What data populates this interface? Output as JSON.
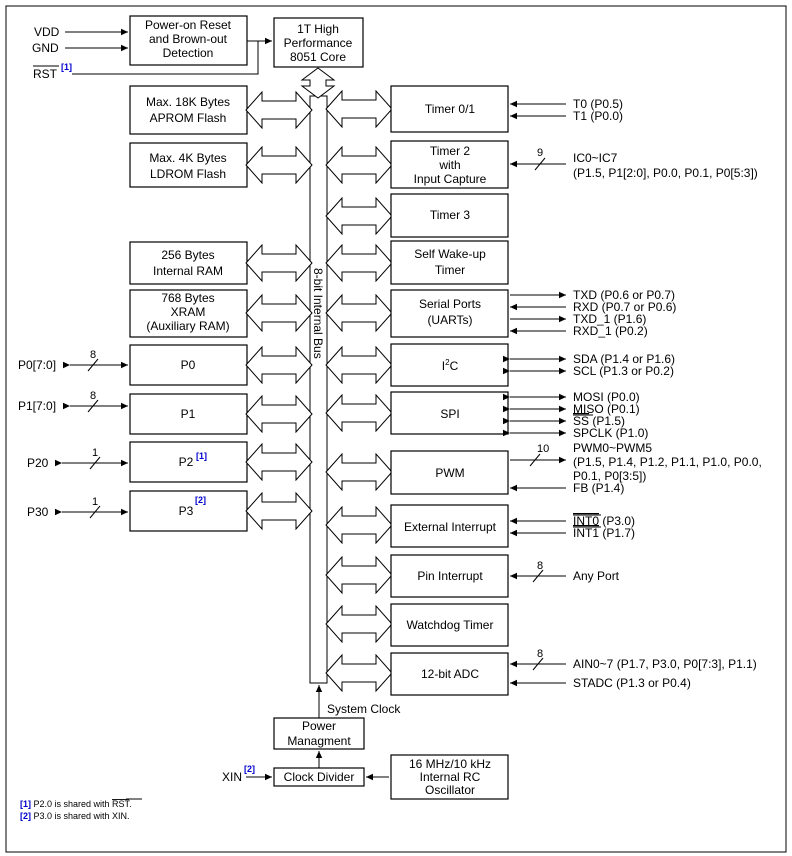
{
  "bus_label": "8-bit Internal Bus",
  "core": [
    "1T High",
    "Performance",
    "8051 Core"
  ],
  "power_on": [
    "Power-on Reset",
    "and Brown-out",
    "Detection"
  ],
  "inputs": {
    "vdd": "VDD",
    "gnd": "GND",
    "rst": "RST",
    "rst_note": "[1]"
  },
  "left_blocks": {
    "aprom": [
      "Max. 18K Bytes",
      "APROM Flash"
    ],
    "ldrom": [
      "Max. 4K Bytes",
      "LDROM Flash"
    ],
    "iram": [
      "256 Bytes",
      "Internal RAM"
    ],
    "xram": [
      "768 Bytes",
      "XRAM",
      "(Auxiliary RAM)"
    ],
    "p0": "P0",
    "p1": "P1",
    "p2": "P2",
    "p2_note": "[1]",
    "p3": "P3",
    "p3_note": "[2]"
  },
  "ports": {
    "p0_in": "P0[7:0]",
    "p0_bits": "8",
    "p1_in": "P1[7:0]",
    "p1_bits": "8",
    "p20": "P20",
    "p20_bits": "1",
    "p30": "P30",
    "p30_bits": "1"
  },
  "right_blocks": {
    "timer01": "Timer 0/1",
    "timer2": [
      "Timer 2",
      "with",
      "Input Capture"
    ],
    "timer3": "Timer 3",
    "wakeup": [
      "Self Wake-up",
      "Timer"
    ],
    "serial": [
      "Serial Ports",
      "(UARTs)"
    ],
    "i2c_main": "I",
    "i2c_sup": "2",
    "i2c_end": "C",
    "spi": "SPI",
    "pwm": "PWM",
    "extint": "External Interrupt",
    "pinint": "Pin Interrupt",
    "wdt": "Watchdog Timer",
    "adc": "12-bit ADC"
  },
  "signals": {
    "t0": "T0 (P0.5)",
    "t1": "T1 (P0.0)",
    "ic_bits": "9",
    "ic": "IC0~IC7",
    "ic_pins": "(P1.5, P1[2:0], P0.0, P0.1, P0[5:3])",
    "txd": "TXD (P0.6 or P0.7)",
    "rxd": "RXD (P0.7 or P0.6)",
    "txd1": "TXD_1 (P1.6)",
    "rxd1": "RXD_1 (P0.2)",
    "sda": "SDA (P1.4 or P1.6)",
    "scl": "SCL (P1.3 or P0.2)",
    "mosi": "MOSI (P0.0)",
    "miso": "MISO (P0.1)",
    "ss_name": "SS",
    "ss_pin": " (P1.5)",
    "spclk": "SPCLK (P1.0)",
    "pwm_bits": "10",
    "pwm": "PWM0~PWM5",
    "pwm_pins1": "(P1.5, P1.4, P1.2, P1.1, P1.0, P0.0,",
    "pwm_pins2": "P0.1, P0[3:5])",
    "fb": "FB (P1.4)",
    "int0_name": "INT0",
    "int0_pin": " (P3.0)",
    "int1_name": "INT1",
    "int1_pin": " (P1.7)",
    "pin_bits": "8",
    "anyport": "Any Port",
    "ain_bits": "8",
    "ain": "AIN0~7 (P1.7, P3.0, P0[7:3],  P1.1)",
    "stadc": "STADC (P1.3 or P0.4)"
  },
  "clock": {
    "system_clock": "System Clock",
    "power_mgmt": [
      "Power",
      "Managment"
    ],
    "divider": "Clock Divider",
    "xin": "XIN",
    "xin_note": "[2]",
    "osc": [
      "16 MHz/10 kHz",
      "Internal RC",
      "Oscillator"
    ]
  },
  "footnotes": {
    "n1_tag": "[1]",
    "n1_text": " P2.0 is shared with ",
    "n1_sig": "RST",
    "n1_end": ".",
    "n2_tag": "[2]",
    "n2_text": " P3.0 is shared with XIN."
  }
}
